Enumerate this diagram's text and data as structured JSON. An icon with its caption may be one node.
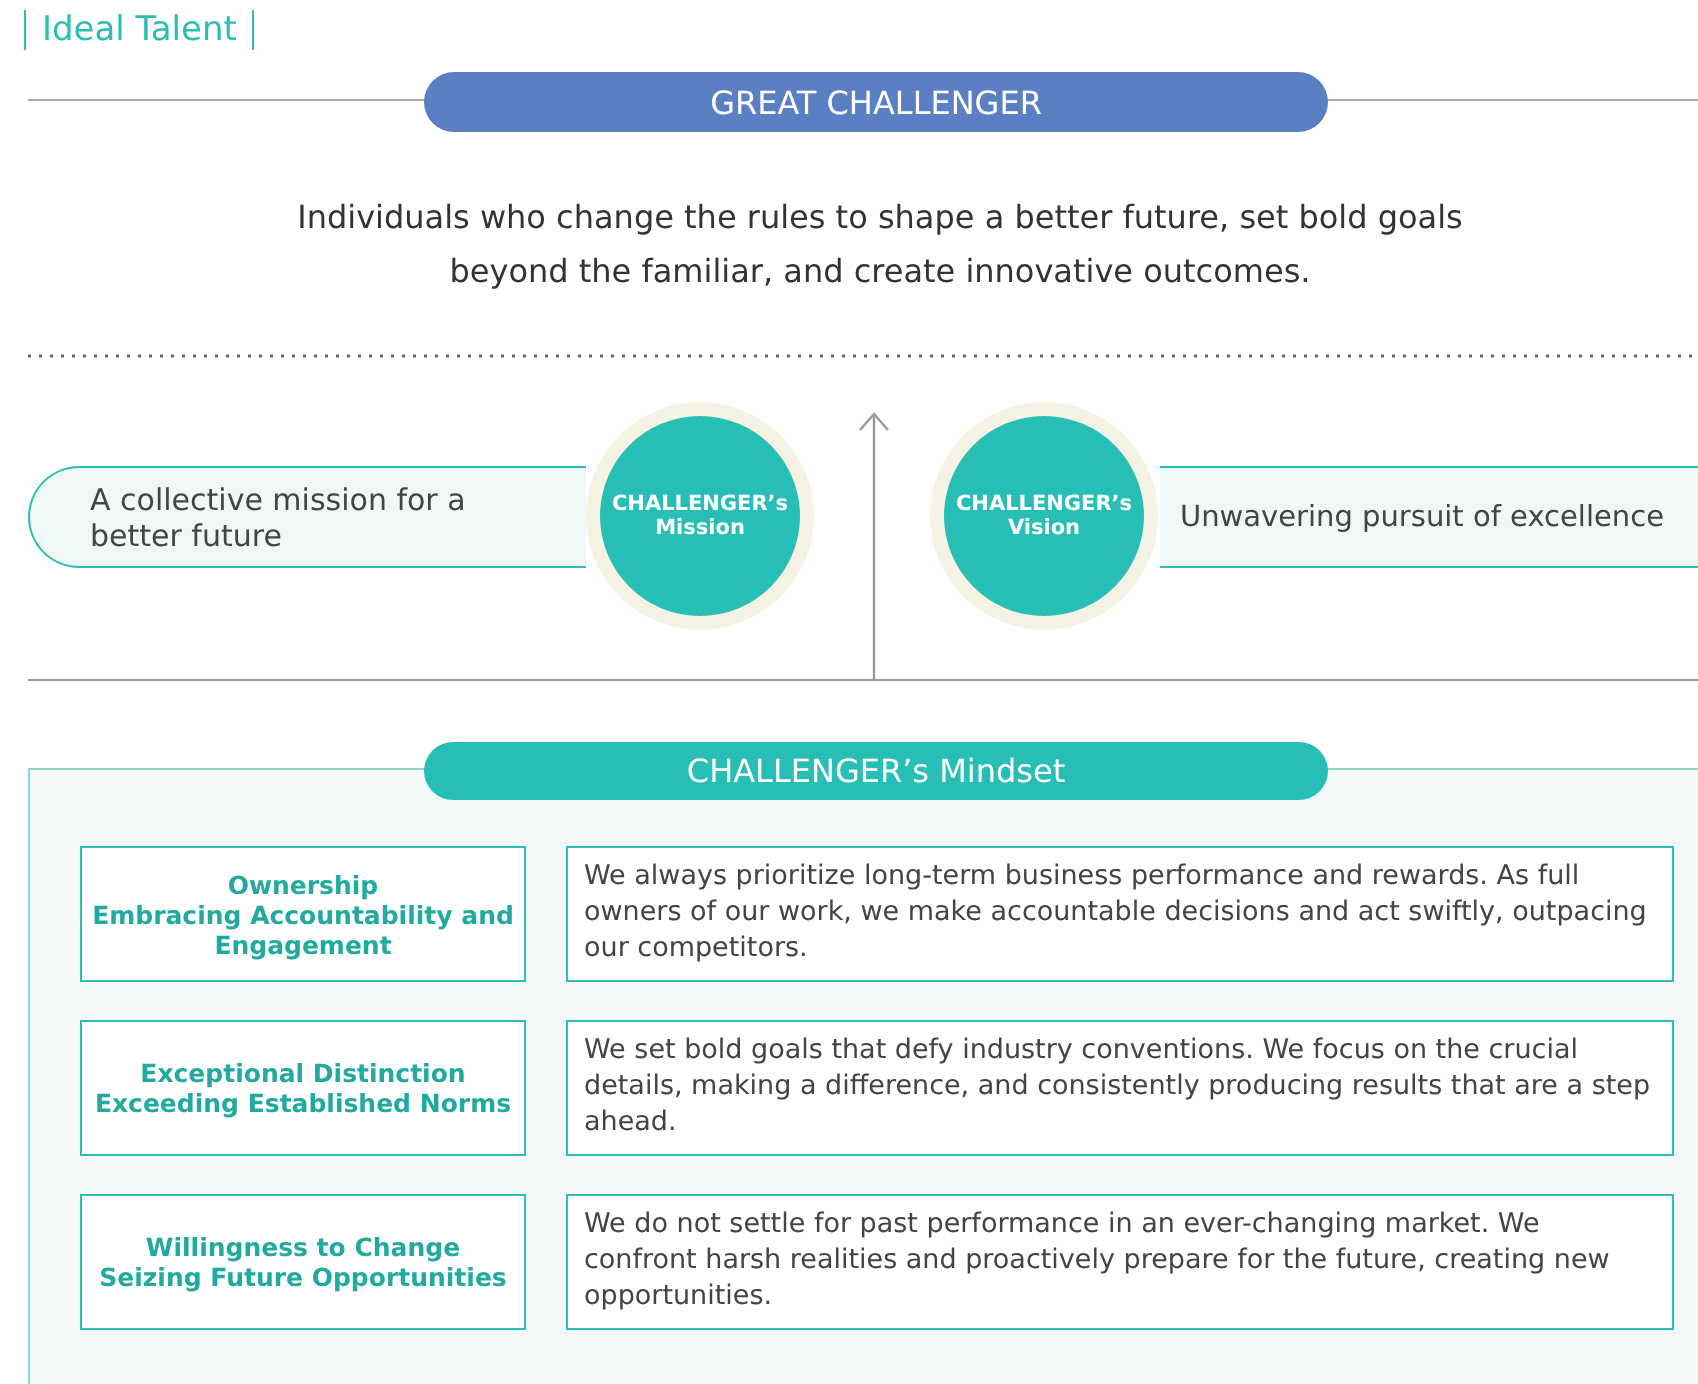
{
  "diagram": {
    "title": "Ideal Talent",
    "nodes": [
      {
        "text": [
          "GREAT CHALLENGER"
        ]
      },
      {
        "text": [
          "A collective mission for a better future"
        ]
      },
      {
        "text": [
          "CHALLENGER’s Mission"
        ]
      },
      {
        "text": [
          "CHALLENGER’s Vision"
        ]
      },
      {
        "text": [
          "Unwavering pursuit of excellence"
        ]
      },
      {
        "text": [
          "CHALLENGER’s Mindset"
        ]
      },
      {
        "text": [
          "Ownership",
          "Embracing Accountability and Engagement"
        ],
        "in": 5
      },
      {
        "text": [
          "We always prioritize long-term business performance and rewards. As full owners of our work, we make accountable decisions and act swiftly, outpacing our competitors."
        ],
        "in": 5
      },
      {
        "text": [
          "Exceptional Distinction",
          "Exceeding Established Norms"
        ],
        "in": 5
      },
      {
        "text": [
          "We set bold goals that defy industry conventions. We focus on the crucial details, making a difference, and consistently producing results that are a step ahead."
        ],
        "in": 5
      },
      {
        "text": [
          "Willingness to Change",
          "Seizing Future Opportunities"
        ],
        "in": 5
      },
      {
        "text": [
          "We do not settle for past performance in an ever-changing market. We confront harsh realities and proactively prepare for the future, creating new opportunities."
        ],
        "in": 5
      }
    ],
    "edges": [],
    "labels": [
      "Individuals who change the rules to shape a better future, set bold goals beyond the familiar, and create innovative outcomes."
    ]
  }
}
